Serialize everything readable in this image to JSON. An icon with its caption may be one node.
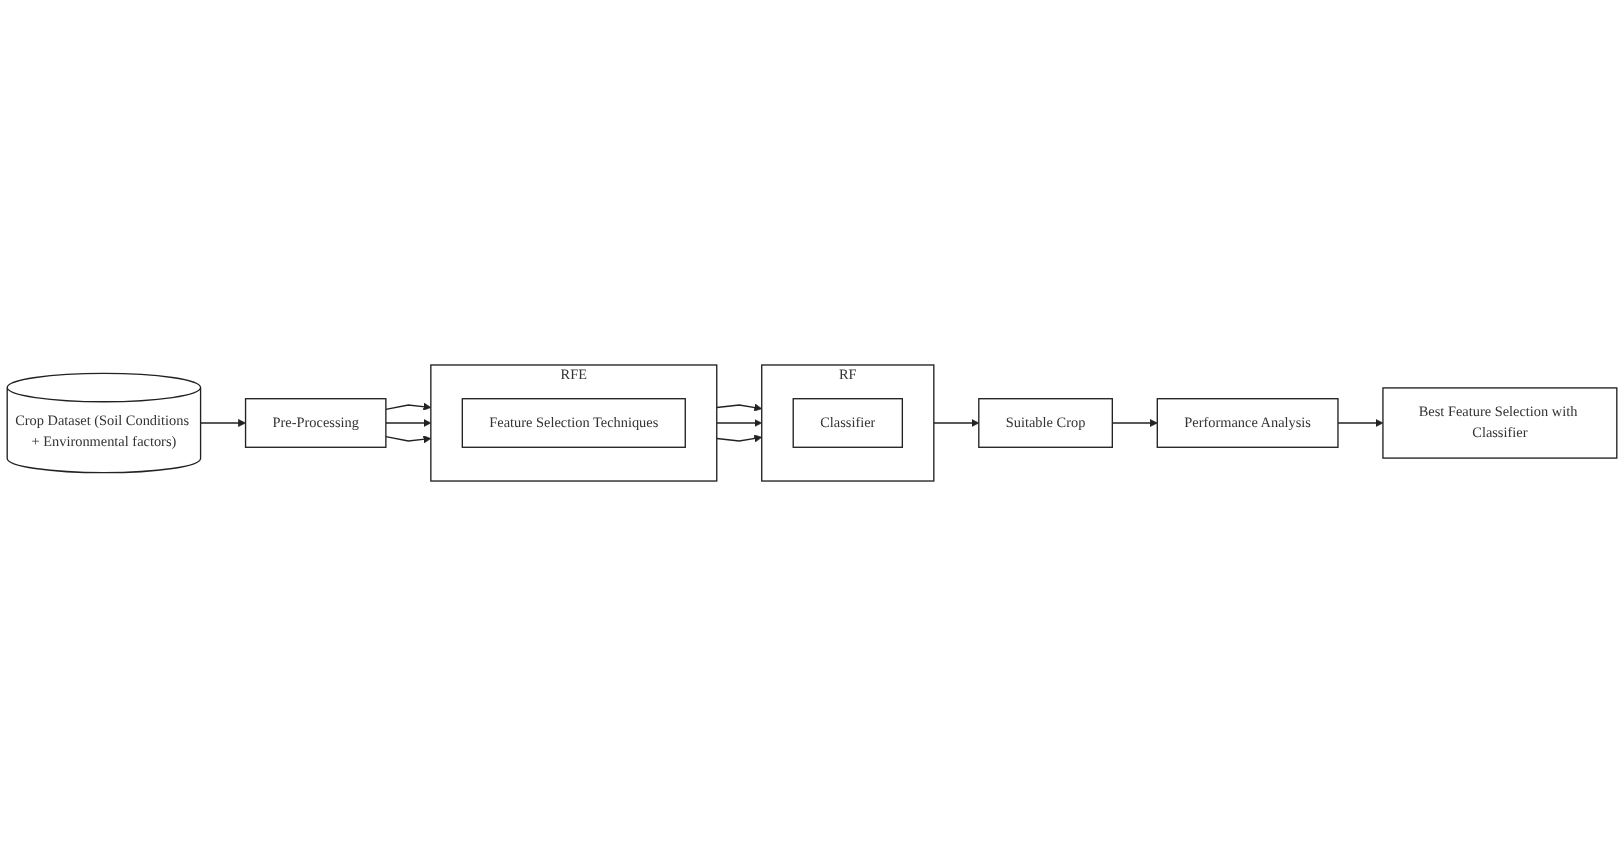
{
  "diagram": {
    "nodes": [
      {
        "text": [
          "Crop Dataset (Soil Conditions + Environmental factors)"
        ]
      },
      {
        "text": [
          "Pre-Processing"
        ]
      },
      {
        "text": [
          "RFE"
        ]
      },
      {
        "text": [
          "Feature Selection Techniques"
        ],
        "in": 2
      },
      {
        "text": [
          "RF"
        ]
      },
      {
        "text": [
          "Classifier"
        ],
        "in": 4
      },
      {
        "text": [
          "Suitable Crop"
        ]
      },
      {
        "text": [
          "Performance Analysis"
        ]
      },
      {
        "text": [
          "Best Feature Selection with Classifier"
        ]
      }
    ],
    "edges": [
      {
        "from": 0,
        "to": 1,
        "arrow": "to"
      },
      {
        "from": 1,
        "to": 2,
        "arrow": "to"
      },
      {
        "from": 1,
        "to": 2,
        "arrow": "to"
      },
      {
        "from": 1,
        "to": 2,
        "arrow": "to"
      },
      {
        "from": 2,
        "to": 4,
        "arrow": "to"
      },
      {
        "from": 2,
        "to": 4,
        "arrow": "to"
      },
      {
        "from": 2,
        "to": 4,
        "arrow": "to"
      },
      {
        "from": 4,
        "to": 6,
        "arrow": "to"
      },
      {
        "from": 6,
        "to": 7,
        "arrow": "to"
      },
      {
        "from": 7,
        "to": 8,
        "arrow": "to"
      }
    ]
  }
}
